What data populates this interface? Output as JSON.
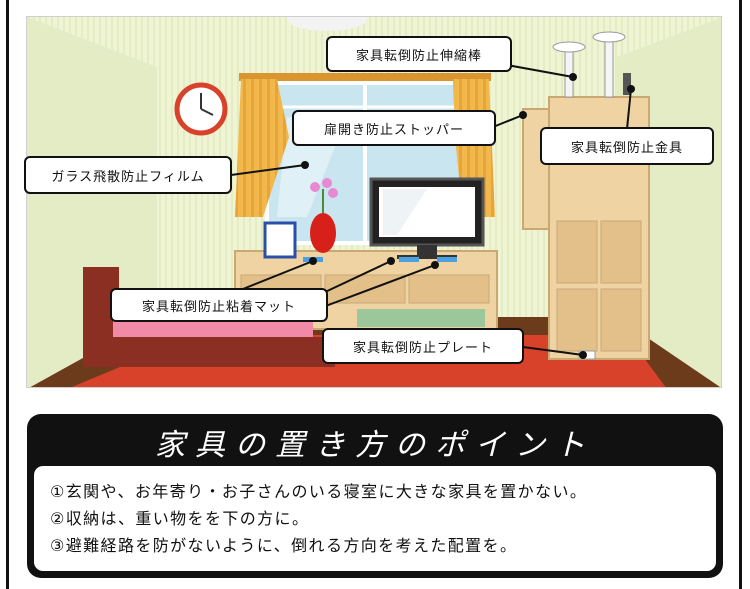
{
  "callouts": {
    "tension_rod": "家具転倒防止伸縮棒",
    "door_stopper": "扉開き防止ストッパー",
    "metal_bracket": "家具転倒防止金具",
    "glass_film": "ガラス飛散防止フィルム",
    "adhesive_mat": "家具転倒防止粘着マット",
    "plate": "家具転倒防止プレート"
  },
  "panel": {
    "title": "家具の置き方のポイント",
    "points": [
      "①玄関や、お年寄り・お子さんのいる寝室に大きな家具を置かない。",
      "②収納は、重い物をを下の方に。",
      "③避難経路を防がないように、倒れる方向を考えた配置を。"
    ]
  },
  "colors": {
    "wall": "#eef4d4",
    "floor": "#6b3b1c",
    "rug": "#d8412a",
    "curtain": "#f2b84b",
    "cabinet": "#efd3a3",
    "bed": "#8a2f22",
    "panel_bg": "#111111"
  }
}
